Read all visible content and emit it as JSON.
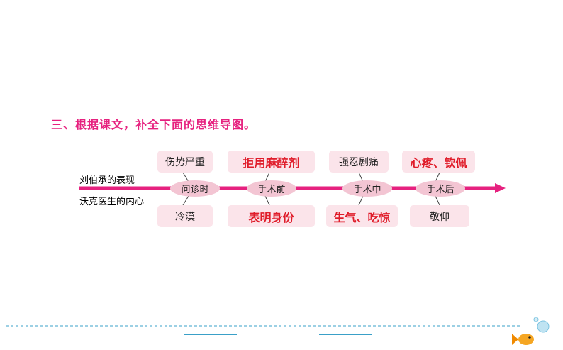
{
  "title": "三、根据课文，补全下面的思维导图。",
  "row_labels": {
    "top": "刘伯承的表现",
    "bottom": "沃克医生的内心"
  },
  "stages": [
    {
      "node": "问诊时",
      "top": "伤势严重",
      "bottom": "冷漠"
    },
    {
      "node": "手术前",
      "top": "拒用麻醉剂",
      "bottom": "表明身份"
    },
    {
      "node": "手术中",
      "top": "强忍剧痛",
      "bottom": "生气、吃惊"
    },
    {
      "node": "手术后",
      "top": "心疼、钦佩",
      "bottom": "敬仰"
    }
  ],
  "colors": {
    "accent": "#e6217f",
    "answer": "#e01c2a",
    "box": "#fbe4ea",
    "node": "#f3c5d3",
    "footer_line": "#3aa0c8"
  },
  "icons": {
    "corner": "goldfish-with-bubbles-icon"
  }
}
